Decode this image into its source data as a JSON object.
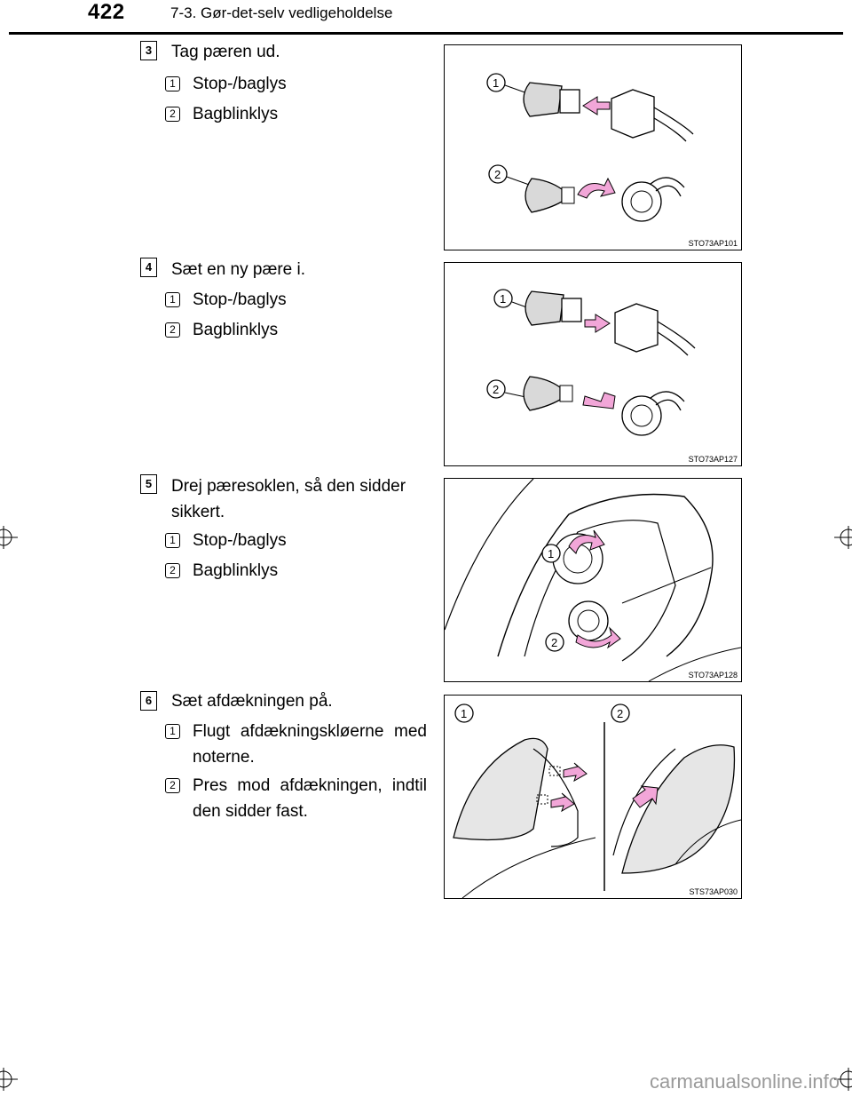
{
  "header": {
    "page_number": "422",
    "section_title": "7-3. Gør-det-selv vedligeholdelse"
  },
  "steps": [
    {
      "number": "3",
      "text": "Tag pæren ud.",
      "items": [
        {
          "number": "1",
          "text": "Stop-/baglys"
        },
        {
          "number": "2",
          "text": "Bagblinklys"
        }
      ],
      "figure_code": "STO73AP101",
      "figure_labels": [
        "1",
        "2"
      ]
    },
    {
      "number": "4",
      "text": "Sæt en ny pære i.",
      "items": [
        {
          "number": "1",
          "text": "Stop-/baglys"
        },
        {
          "number": "2",
          "text": "Bagblinklys"
        }
      ],
      "figure_code": "STO73AP127",
      "figure_labels": [
        "1",
        "2"
      ]
    },
    {
      "number": "5",
      "text": "Drej pæresoklen, så den sidder sikkert.",
      "items": [
        {
          "number": "1",
          "text": "Stop-/baglys"
        },
        {
          "number": "2",
          "text": "Bagblinklys"
        }
      ],
      "figure_code": "STO73AP128",
      "figure_labels": [
        "1",
        "2"
      ]
    },
    {
      "number": "6",
      "text": "Sæt afdækningen på.",
      "items": [
        {
          "number": "1",
          "text": "Flugt afdækningskløerne med noterne."
        },
        {
          "number": "2",
          "text": "Pres mod afdækningen, indtil den sidder fast."
        }
      ],
      "figure_code": "STS73AP030",
      "figure_labels": [
        "1",
        "2"
      ]
    }
  ],
  "watermark": "carmanualsonline.info",
  "colors": {
    "arrow_fill": "#f2a6d8",
    "line": "#000000",
    "bulb_fill": "#d9d9d9"
  }
}
